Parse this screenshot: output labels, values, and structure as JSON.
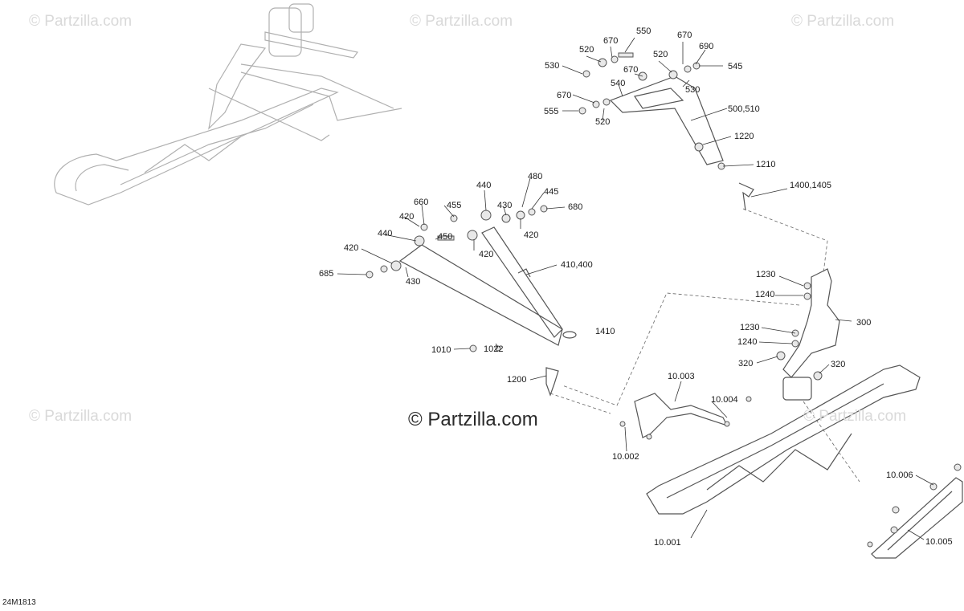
{
  "watermarks": {
    "top_left": "© Partzilla.com",
    "top_center": "© Partzilla.com",
    "top_right": "© Partzilla.com",
    "mid_left": "© Partzilla.com",
    "mid_right": "© Partzilla.com",
    "main": "© Partzilla.com"
  },
  "diagram_code": "24M1813",
  "callouts": {
    "c550": "550",
    "c670a": "670",
    "c670b": "670",
    "c690": "690",
    "c520a": "520",
    "c520b": "520",
    "c530a": "530",
    "c545": "545",
    "c670c": "670",
    "c540": "540",
    "c530b": "530",
    "c670d": "670",
    "c555": "555",
    "c520c": "520",
    "c500": "500,510",
    "c1220": "1220",
    "c1210": "1210",
    "c1400": "1400,1405",
    "c480": "480",
    "c440a": "440",
    "c445": "445",
    "c660": "660",
    "c430a": "430",
    "c680": "680",
    "c455": "455",
    "c420a": "420",
    "c420b": "420",
    "c440b": "440",
    "c450": "450",
    "c420c": "420",
    "c420d": "420",
    "c410": "410,400",
    "c685": "685",
    "c430b": "430",
    "c1010": "1010",
    "c1022": "1022",
    "c1410": "1410",
    "c1200": "1200",
    "c1230a": "1230",
    "c1240a": "1240",
    "c300": "300",
    "c1230b": "1230",
    "c1240b": "1240",
    "c320a": "320",
    "c320b": "320",
    "c10003": "10.003",
    "c10004": "10.004",
    "c10002": "10.002",
    "c10006": "10.006",
    "c10001": "10.001",
    "c10005": "10.005"
  }
}
